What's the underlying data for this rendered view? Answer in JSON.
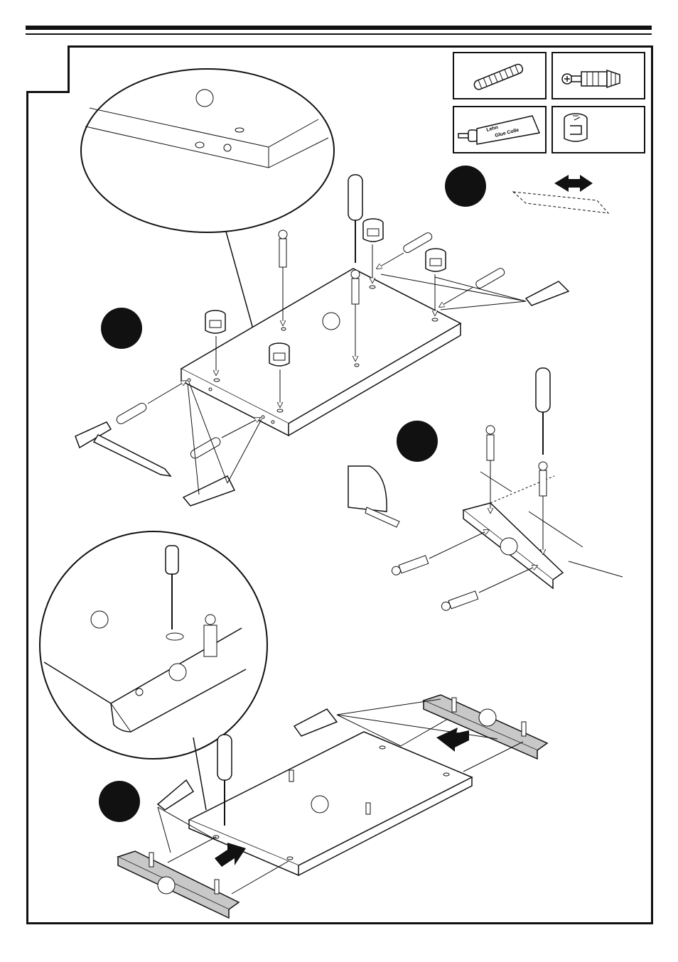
{
  "page": {
    "step_number": "",
    "glue_tube_brand": "Lehn",
    "glue_tube_label": "Glue Colle"
  },
  "parts": [
    {
      "name": "wooden-dowel",
      "icon": "dowel-icon"
    },
    {
      "name": "cam-bolt",
      "icon": "cam-bolt-icon"
    },
    {
      "name": "glue-tube",
      "icon": "glue-tube-icon"
    },
    {
      "name": "cam-lock",
      "icon": "cam-lock-icon"
    }
  ],
  "steps": [
    {
      "label": ""
    },
    {
      "label": ""
    },
    {
      "label": ""
    },
    {
      "label": ""
    }
  ],
  "colors": {
    "line": "#111111",
    "rail_fill": "#c8c8c8",
    "step_badge": "#111111"
  }
}
